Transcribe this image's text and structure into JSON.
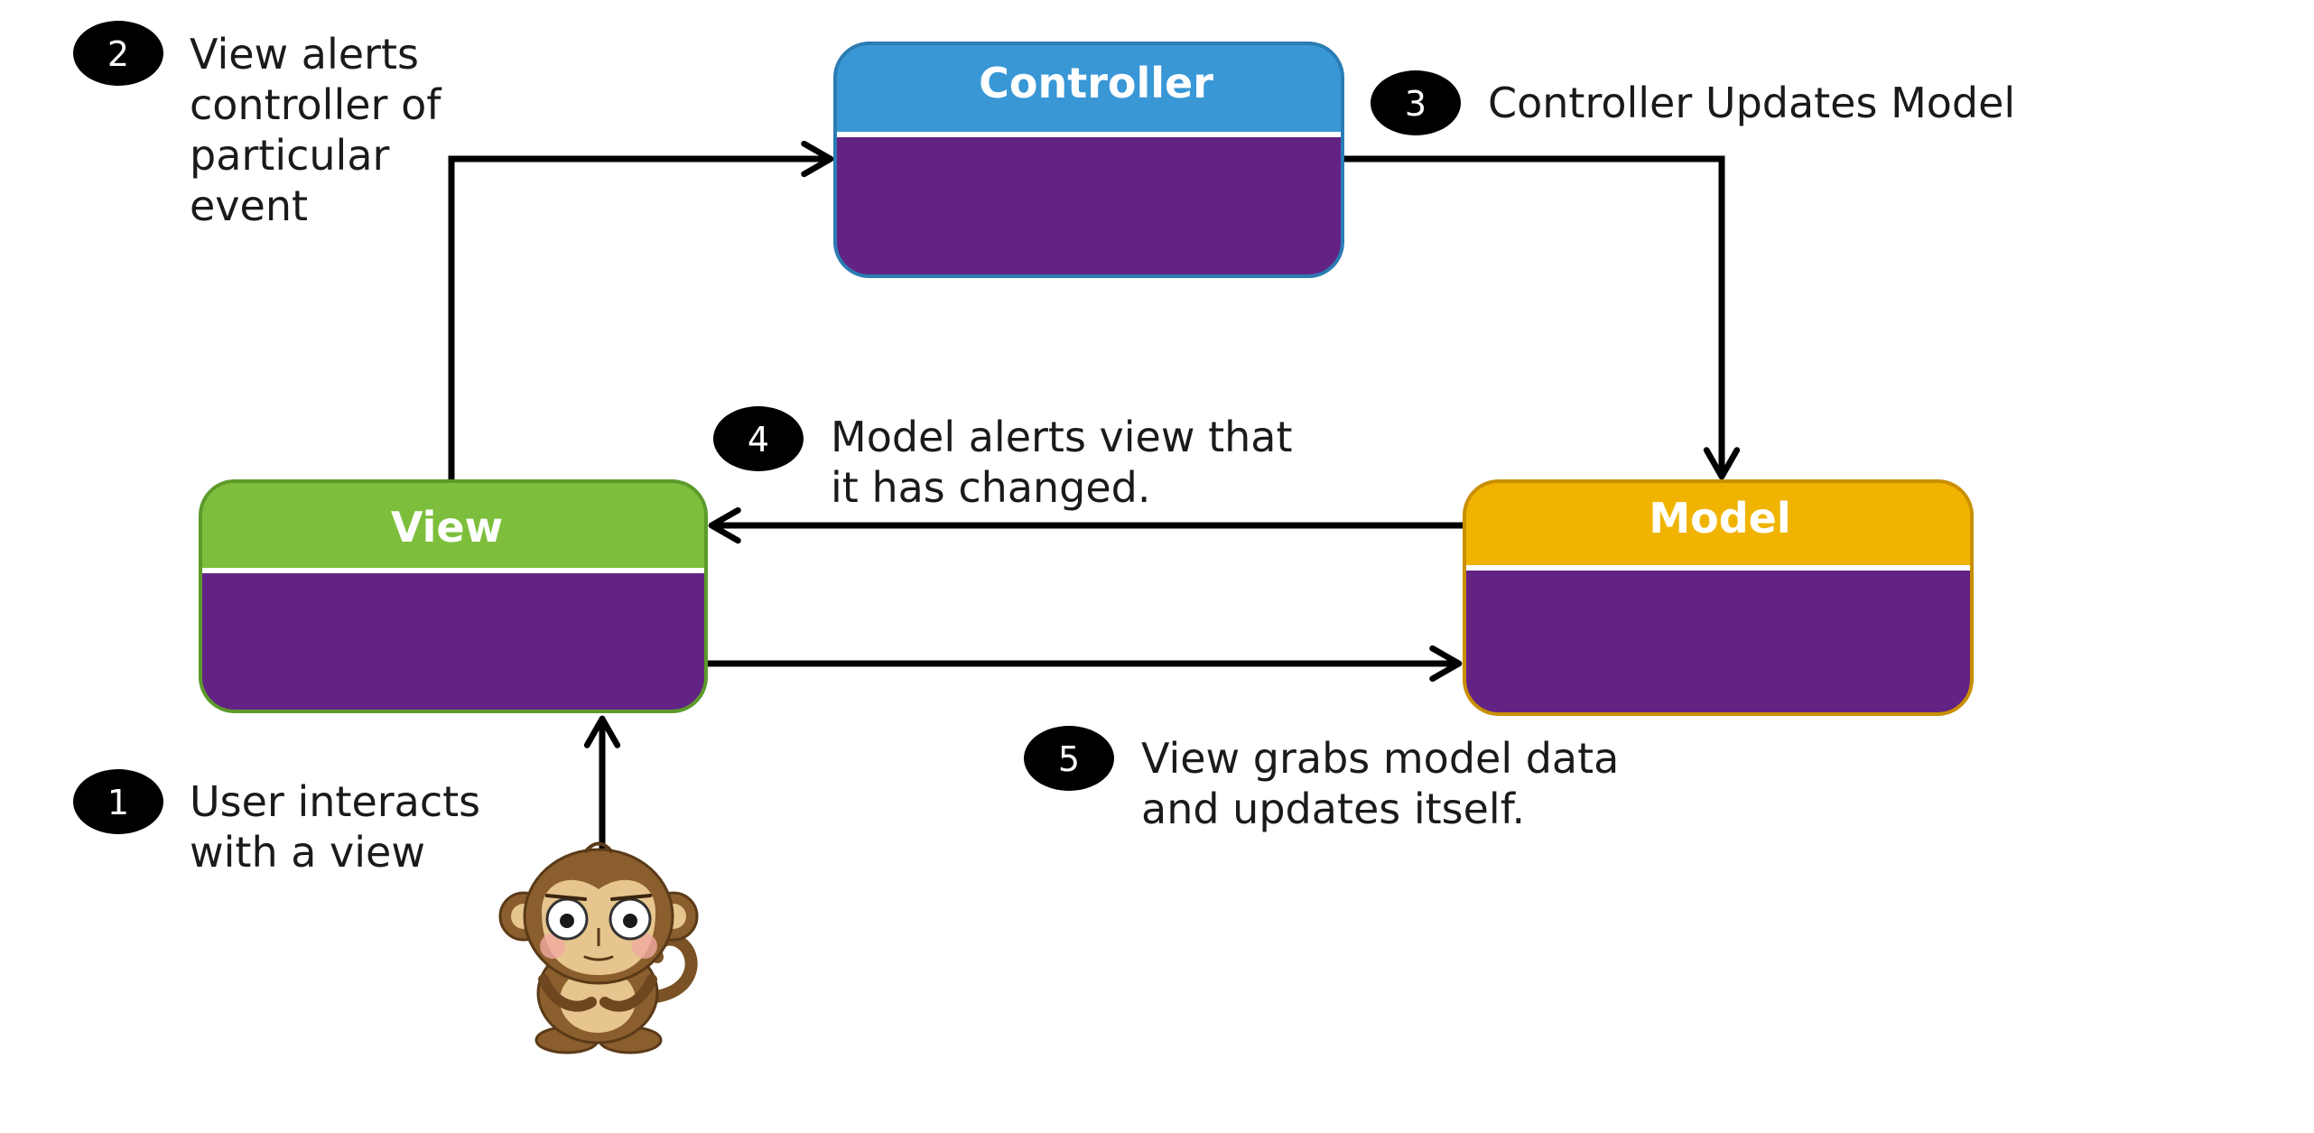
{
  "components": {
    "controller": {
      "title": "Controller",
      "header_color": "#3997d6",
      "body_color": "#632385"
    },
    "view": {
      "title": "View",
      "header_color": "#7dbf3c",
      "body_color": "#632385"
    },
    "model": {
      "title": "Model",
      "header_color": "#f0b400",
      "body_color": "#632385"
    }
  },
  "steps": [
    {
      "number": "1",
      "lines": [
        "User interacts",
        "with a view"
      ]
    },
    {
      "number": "2",
      "lines": [
        "View alerts",
        "controller of",
        "particular",
        "event"
      ]
    },
    {
      "number": "3",
      "lines": [
        "Controller Updates Model"
      ]
    },
    {
      "number": "4",
      "lines": [
        "Model alerts view that",
        "it has changed."
      ]
    },
    {
      "number": "5",
      "lines": [
        "View grabs model data",
        "and updates itself."
      ]
    }
  ],
  "user": {
    "icon": "monkey-icon"
  }
}
